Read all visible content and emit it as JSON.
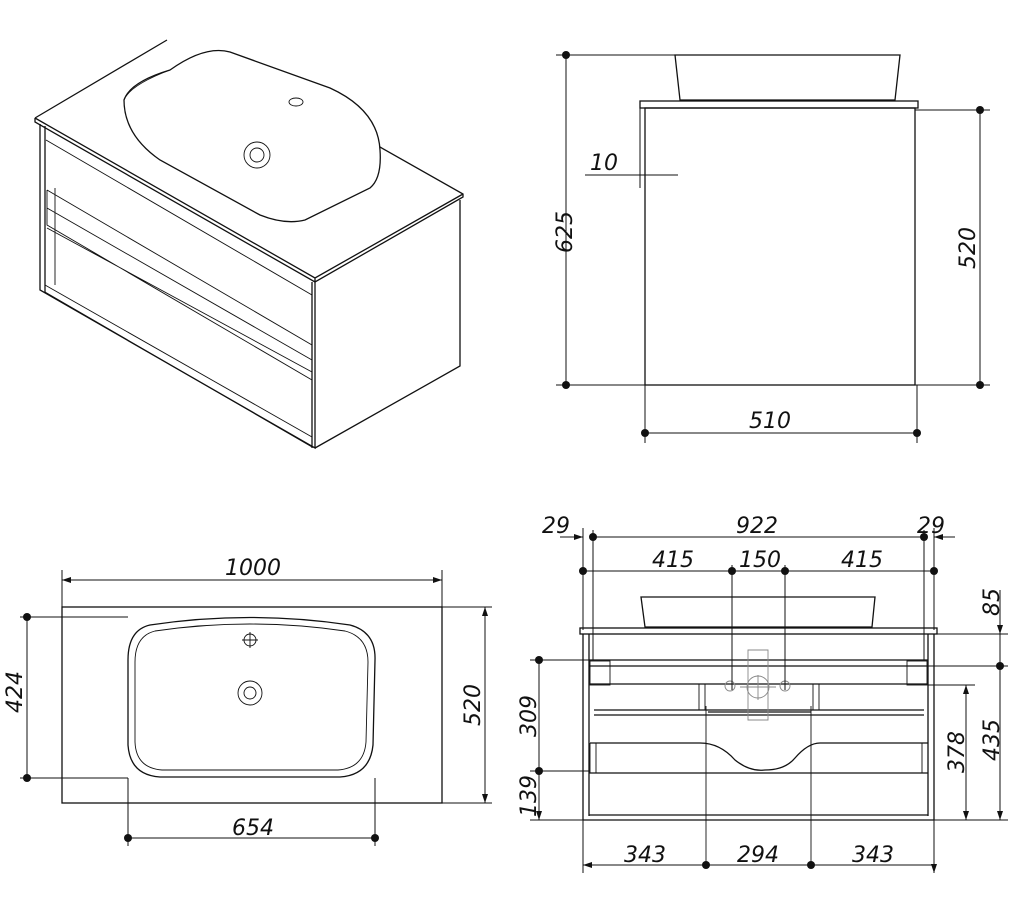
{
  "title": "Vanity unit with countertop basin - dimension drawing",
  "units": "mm",
  "views": {
    "side": {
      "total_height": "625",
      "cabinet_height": "520",
      "depth": "510",
      "countertop_thickness": "10"
    },
    "top": {
      "width": "1000",
      "depth": "520",
      "basin_depth": "424",
      "basin_width": "654"
    },
    "front": {
      "left_offset": "29",
      "inner_width": "922",
      "right_offset": "29",
      "mount_left": "415",
      "mount_center": "150",
      "mount_right": "415",
      "top_to_mount": "85",
      "mount_to_bottom": "435",
      "rail_to_bottom": "378",
      "upper_span": "309",
      "lower_span": "139",
      "bottom_left": "343",
      "bottom_center": "294",
      "bottom_right": "343"
    }
  }
}
